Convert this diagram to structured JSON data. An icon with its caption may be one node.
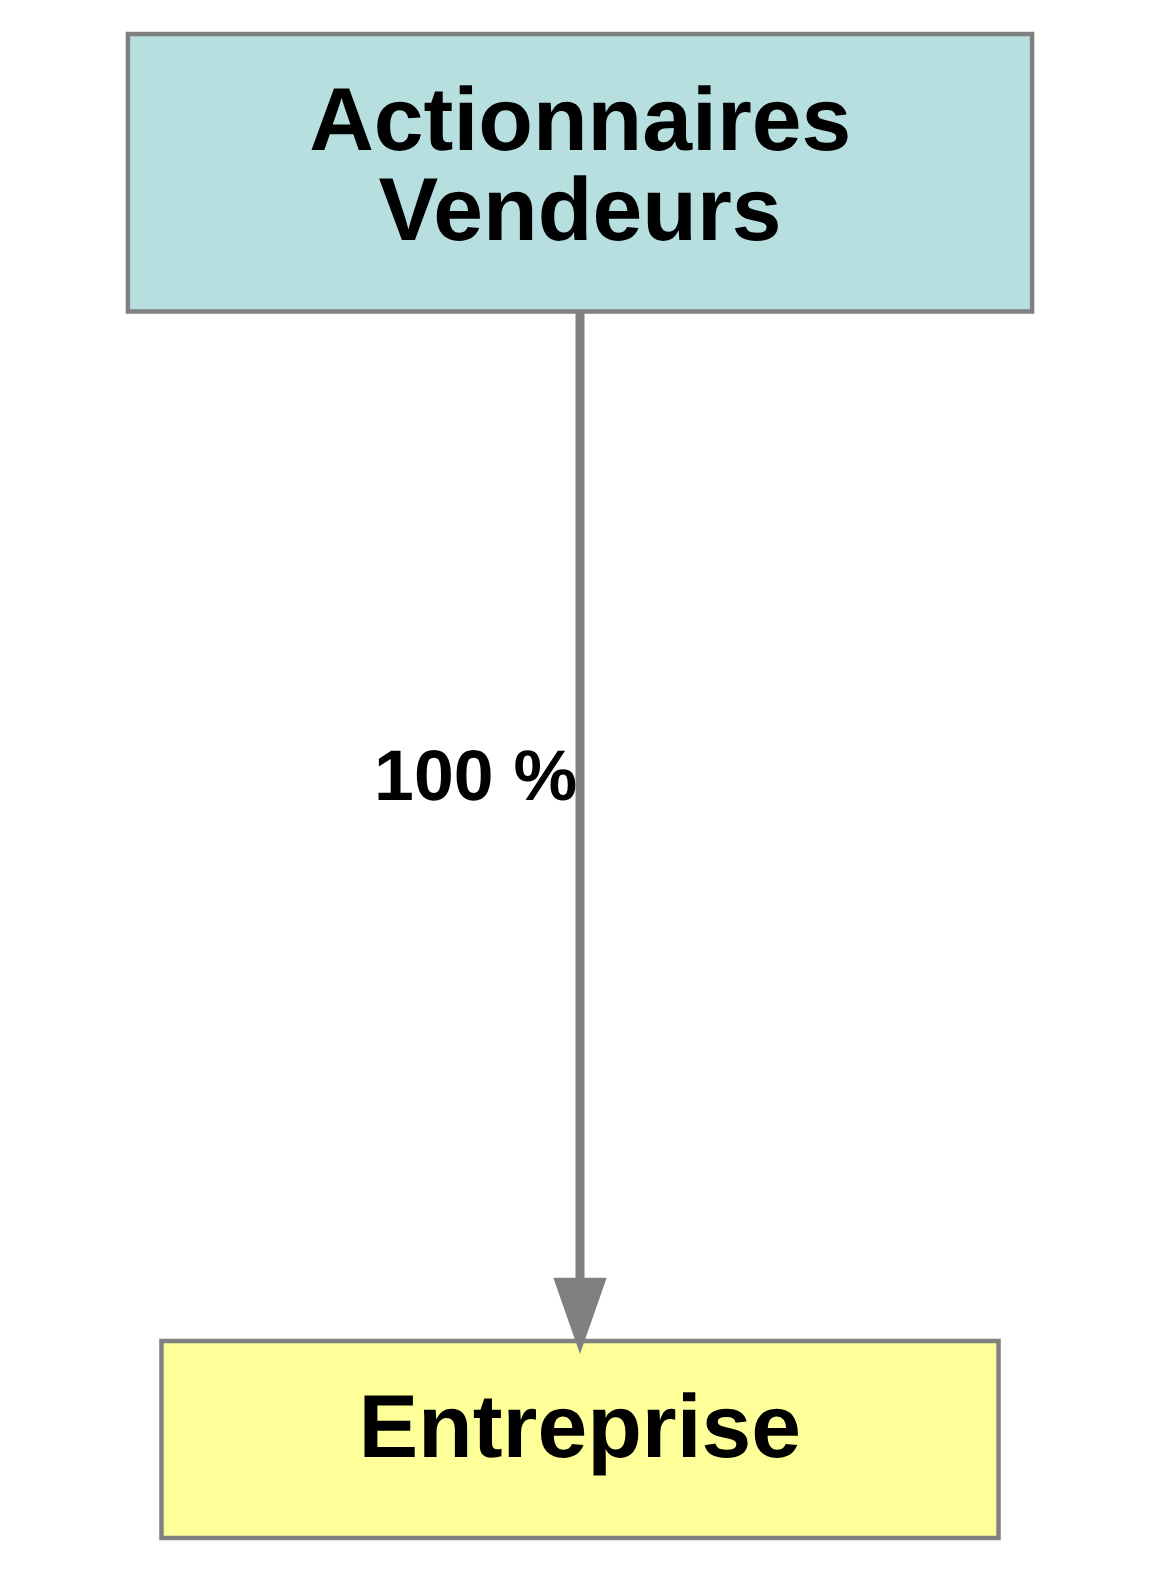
{
  "diagram": {
    "nodes": [
      {
        "text": [
          "Actionnaires Vendeurs"
        ]
      },
      {
        "text": [
          "Entreprise"
        ]
      }
    ],
    "edges": [
      {
        "from": 0,
        "to": 1,
        "arrow": "to",
        "label": "100 %",
        "color": "#808080"
      }
    ]
  }
}
